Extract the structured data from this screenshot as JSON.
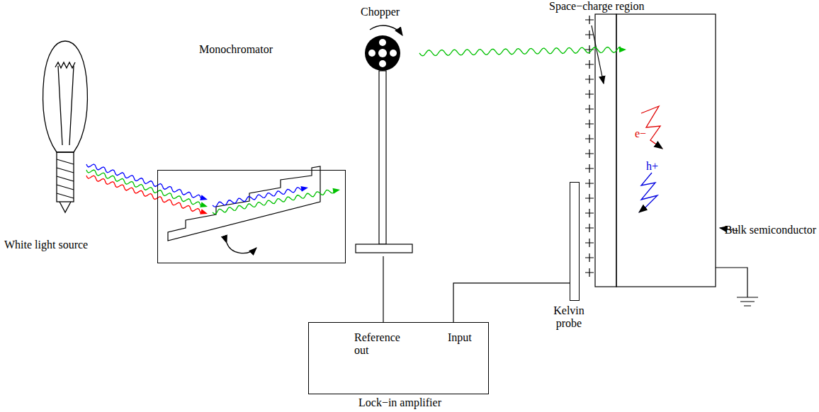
{
  "diagram": {
    "nodes": [
      {
        "text": [
          "Monochromator"
        ]
      },
      {
        "text": [
          "Chopper"
        ]
      },
      {
        "text": [
          "Kelvin probe"
        ]
      },
      {
        "text": [
          "Reference out",
          "Input",
          "Lock−in amplifier"
        ]
      }
    ],
    "edges": [
      {
        "from": 1,
        "to": 3,
        "arrow": "none"
      },
      {
        "from": 2,
        "to": 3,
        "arrow": "none"
      }
    ],
    "labels": [
      "White light source",
      "Space−charge region",
      "e−",
      "h+",
      "Bulk semiconductor"
    ]
  }
}
